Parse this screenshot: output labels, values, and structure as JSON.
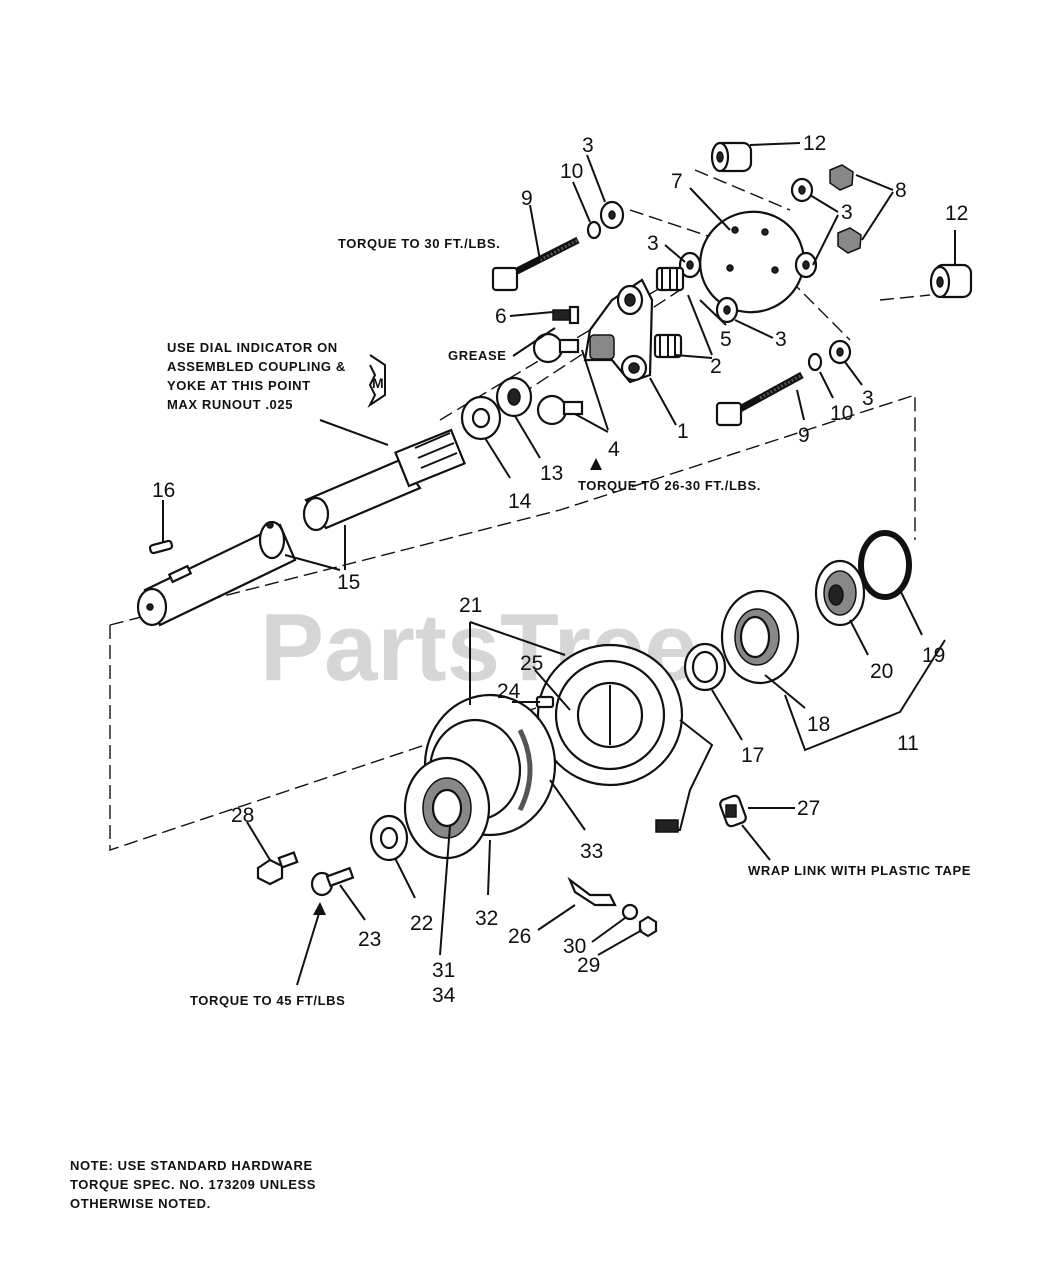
{
  "watermark": "PartsTree",
  "marker": "M",
  "notes": {
    "torque_30": "TORQUE TO 30 FT./LBS.",
    "grease": "GREASE",
    "dial_indicator": [
      "USE DIAL INDICATOR ON",
      "ASSEMBLED COUPLING &",
      "YOKE AT THIS POINT",
      "MAX RUNOUT  .025"
    ],
    "torque_26_30": "TORQUE TO 26-30 FT./LBS.",
    "wrap_link": "WRAP LINK WITH PLASTIC TAPE",
    "torque_45": "TORQUE TO 45 FT/LBS",
    "footer": [
      "NOTE: USE STANDARD HARDWARE",
      "TORQUE SPEC. NO. 173209 UNLESS",
      "OTHERWISE NOTED."
    ]
  },
  "callouts": {
    "c3a": "3",
    "c10a": "10",
    "c9a": "9",
    "c12a": "12",
    "c7": "7",
    "c8": "8",
    "c3b": "3",
    "c12b": "12",
    "c3c": "3",
    "c6": "6",
    "c5": "5",
    "c3d": "3",
    "c2": "2",
    "c1": "1",
    "c4": "4",
    "c13": "13",
    "c14": "14",
    "c9b": "9",
    "c10b": "10",
    "c3e": "3",
    "c16": "16",
    "c15": "15",
    "c21": "21",
    "c25": "25",
    "c24": "24",
    "c20": "20",
    "c19": "19",
    "c18": "18",
    "c17": "17",
    "c11": "11",
    "c27": "27",
    "c28": "28",
    "c33": "33",
    "c22": "22",
    "c32": "32",
    "c23": "23",
    "c26": "26",
    "c30": "30",
    "c29": "29",
    "c31": "31",
    "c34": "34"
  }
}
